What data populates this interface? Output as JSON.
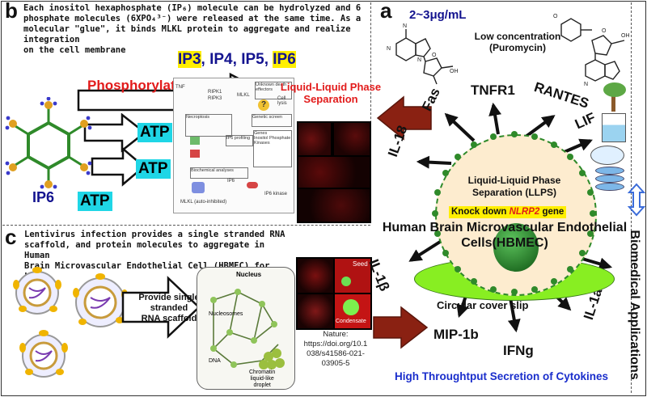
{
  "panels": {
    "b": "b",
    "a": "a",
    "c": "c"
  },
  "panel_b": {
    "description_lines": [
      "Each inositol hexaphosphate (IP₆) molecule can be hydrolyzed and 6",
      "phosphate molecules (6XPO₄³⁻) were released at the same time. As a",
      "molecular \"glue\", it binds MLKL protein to aggregate and realize integration",
      "on the cell membrane"
    ],
    "ip_labels": [
      "IP3",
      "IP4",
      "IP5",
      "IP6"
    ],
    "ip_separator": ", ",
    "phosphorylation_label": "Phosphorylation, lipidation",
    "llps_label_lines": [
      "Liquid-Liquid Phase",
      "Separation"
    ],
    "atp_labels": [
      "ATP",
      "ATP",
      "ATP"
    ],
    "ip6_label": "IP6",
    "pathway_nodes": [
      "RIPK1",
      "RIPK3",
      "MLKL",
      "Unknown death effectors",
      "Cell lysis",
      "TNF",
      "IP6",
      "IP6 kinase"
    ],
    "pathway_box_labels": [
      "Necroptosis",
      "Genetic screen",
      "IP6 profiling",
      "Biochemical analyses",
      "MLKL (auto-inhibited)",
      "Inositol Phosphate Kinases",
      "Genes"
    ]
  },
  "panel_a": {
    "concentration": "2~3μg/mL",
    "low_conc_lines": [
      "Low concentration",
      "(Puromycin)"
    ],
    "cytokines": [
      "Fas",
      "TNFR1",
      "RANTES",
      "LIF",
      "IL-18",
      "IL-1β",
      "MIP-1b",
      "IFNg",
      "IL-1a"
    ],
    "llps_lines": [
      "Liquid-Liquid Phase",
      "Separation (LLPS)"
    ],
    "knockdown_prefix": "Knock down ",
    "knockdown_gene": "NLRP2",
    "knockdown_suffix": " gene",
    "hbmec_lines": [
      "Human Brain Microvascular Endothelial",
      "Cells(HBMEC)"
    ],
    "coverslip_label": "Circular cover slip",
    "bottom_title": "High Throughtput Secretion of Cytokines",
    "side_label": "Biomedical Applications"
  },
  "panel_c": {
    "description_lines": [
      "Lentivirus infection provides a single stranded RNA",
      "scaffold, and protein molecules to aggregate in Human",
      "Brain Microvascular Endothelial Cell (HBMEC) for LLPS"
    ],
    "scaffold_lines": [
      "Provide single stranded",
      "RNA scaffold"
    ],
    "nucleus_labels": [
      "Nucleus",
      "Nucleosomes",
      "DNA",
      "Chromatin",
      "liquid-like",
      "droplet"
    ],
    "micro_labels": [
      "Seed",
      "Condensate"
    ],
    "citation_lines": [
      "Nature:",
      "https://doi.org/10.1",
      "038/s41586-021-",
      "03905-5"
    ]
  },
  "colors": {
    "accent_red": "#e21b1b",
    "navy": "#13138f",
    "cyan": "#1fd6e6",
    "green": "#2f8a2a",
    "yellow": "#ffef00",
    "arrow_brown": "#8a2112"
  }
}
